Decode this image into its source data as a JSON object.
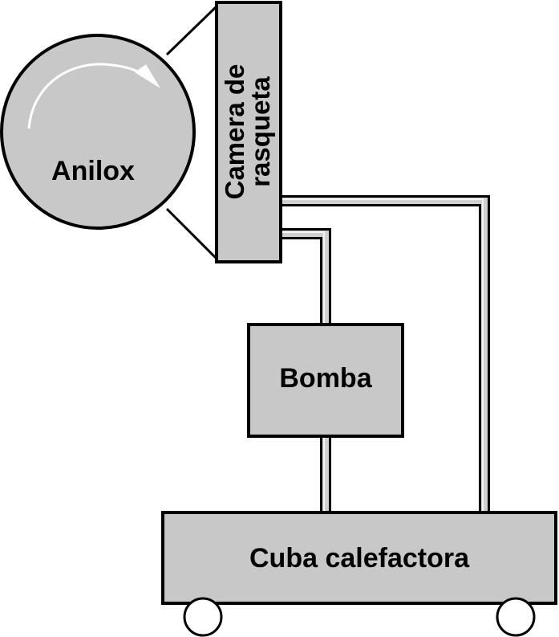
{
  "labels": {
    "anilox": "Anilox",
    "camera_line1": "Camera de",
    "camera_line2": "rasqueta",
    "bomba": "Bomba",
    "cuba": "Cuba calefactora"
  },
  "colors": {
    "fill": "#c8c8c8",
    "stroke": "#000000",
    "pipe_fill": "#d0d0d0",
    "arrow": "#ffffff"
  }
}
